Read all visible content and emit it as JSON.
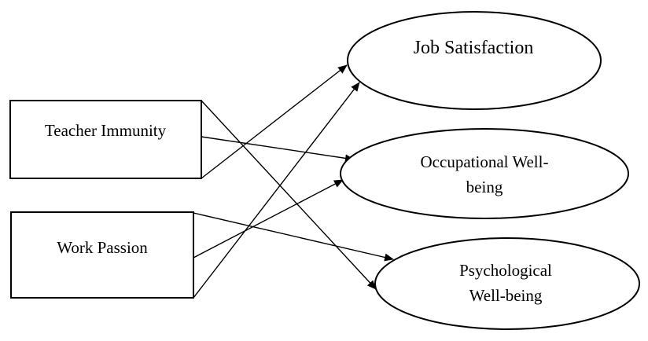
{
  "diagram": {
    "predictors": [
      {
        "id": "teacher-immunity",
        "label": "Teacher Immunity"
      },
      {
        "id": "work-passion",
        "label": "Work Passion"
      }
    ],
    "outcomes": [
      {
        "id": "job-satisfaction",
        "lines": [
          "Job Satisfaction"
        ]
      },
      {
        "id": "occupational-well-being",
        "lines": [
          "Occupational Well-",
          "being"
        ]
      },
      {
        "id": "psychological-well-being",
        "lines": [
          "Psychological",
          "Well-being"
        ]
      }
    ],
    "paths": [
      {
        "from": "teacher-immunity",
        "to": "job-satisfaction"
      },
      {
        "from": "teacher-immunity",
        "to": "occupational-well-being"
      },
      {
        "from": "teacher-immunity",
        "to": "psychological-well-being"
      },
      {
        "from": "work-passion",
        "to": "job-satisfaction"
      },
      {
        "from": "work-passion",
        "to": "occupational-well-being"
      },
      {
        "from": "work-passion",
        "to": "psychological-well-being"
      }
    ],
    "colors": {
      "stroke": "#000000",
      "fill": "#ffffff"
    }
  }
}
